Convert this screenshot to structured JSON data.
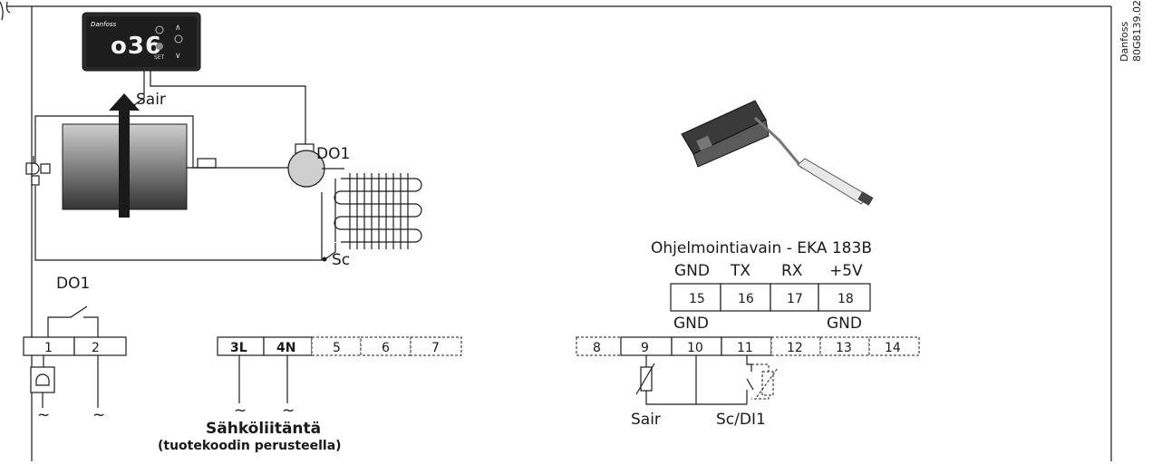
{
  "controller": {
    "display": "o36",
    "brand": "Danfoss",
    "set_label": "SET"
  },
  "labels": {
    "sair_top": "Sair",
    "do1_top": "DO1",
    "sc_top": "Sc",
    "do1_relay": "DO1",
    "sair_bottom": "Sair",
    "scdi1_bottom": "Sc/DI1",
    "gnd_left": "GND",
    "gnd_right": "GND",
    "tilde": "~"
  },
  "programming_key": {
    "title": "Ohjelmointiavain - EKA 183B",
    "pins": [
      {
        "name": "GND",
        "num": "15"
      },
      {
        "name": "TX",
        "num": "16"
      },
      {
        "name": "RX",
        "num": "17"
      },
      {
        "name": "+5V",
        "num": "18"
      }
    ]
  },
  "terminals": {
    "relay": [
      "1",
      "2"
    ],
    "power": [
      "3L",
      "4N",
      "5",
      "6",
      "7"
    ],
    "sensor": [
      "8",
      "9",
      "10",
      "11",
      "12",
      "13",
      "14"
    ]
  },
  "power_supply": {
    "line1": "Sähköliitäntä",
    "line2": "(tuotekoodin perusteella)"
  },
  "side_text": {
    "brand": "Danfoss",
    "code": "80G8139.02"
  }
}
